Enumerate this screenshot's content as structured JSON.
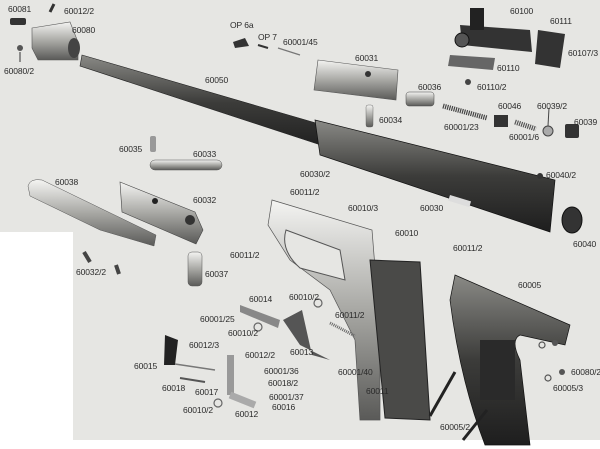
{
  "diagram": {
    "type": "exploded parts diagram",
    "labels": {
      "p60081": "60081",
      "p60012_2_top": "60012/2",
      "p60080": "60080",
      "p60080_2_left": "60080/2",
      "op6a": "OP 6a",
      "op7": "OP 7",
      "p60001_45": "60001/45",
      "p60050": "60050",
      "p60031": "60031",
      "p60100": "60100",
      "p60111": "60111",
      "p60107_3": "60107/3",
      "p60110": "60110",
      "p60110_2": "60110/2",
      "p60036": "60036",
      "p60034": "60034",
      "p60001_23": "60001/23",
      "p60046": "60046",
      "p60039_2": "60039/2",
      "p60039": "60039",
      "p60001_6": "60001/6",
      "p60035": "60035",
      "p60033": "60033",
      "p60038": "60038",
      "p60032": "60032",
      "p60030_2": "60030/2",
      "p60011_2_a": "60011/2",
      "p60010_3": "60010/3",
      "p60030": "60030",
      "p60040_2": "60040/2",
      "p60040": "60040",
      "p60010": "60010",
      "p60011_2_b": "60011/2",
      "p60005": "60005",
      "p60011_2_c": "60011/2",
      "p60032_2": "60032/2",
      "p60037": "60037",
      "p60014": "60014",
      "p60010_2_a": "60010/2",
      "p60001_25": "60001/25",
      "p60011_2_d": "60011/2",
      "p60010_2_b": "60010/2",
      "p60012_3": "60012/3",
      "p60012_2_b": "60012/2",
      "p60013": "60013",
      "p60015": "60015",
      "p60001_36": "60001/36",
      "p60018_2": "60018/2",
      "p60018": "60018",
      "p60017": "60017",
      "p60001_37": "60001/37",
      "p60001_40": "60001/40",
      "p60016": "60016",
      "p60010_2_c": "60010/2",
      "p60012": "60012",
      "p60011": "60011",
      "p60005_2": "60005/2",
      "p60080_2_right": "60080/2",
      "p60005_3": "60005/3"
    }
  }
}
